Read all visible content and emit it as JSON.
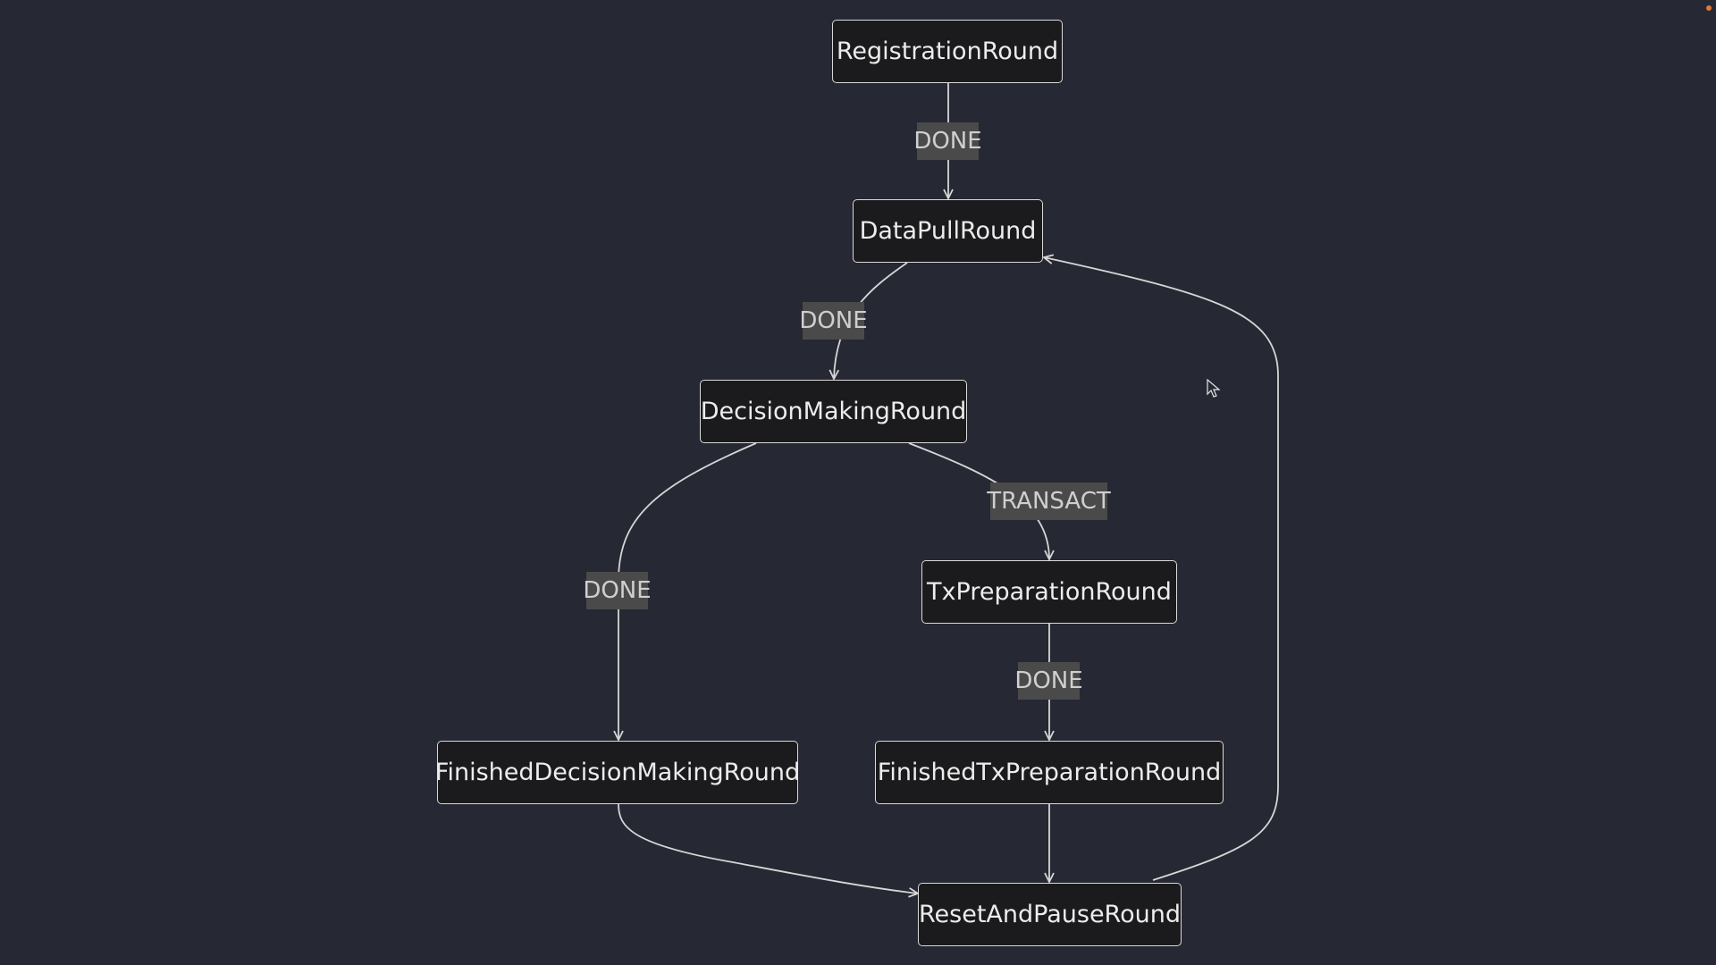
{
  "diagram": {
    "nodes": {
      "registration": "RegistrationRound",
      "data_pull": "DataPullRound",
      "decision_making": "DecisionMakingRound",
      "tx_preparation": "TxPreparationRound",
      "finished_decision_making": "FinishedDecisionMakingRound",
      "finished_tx_preparation": "FinishedTxPreparationRound",
      "reset_and_pause": "ResetAndPauseRound"
    },
    "edges": [
      {
        "from": "RegistrationRound",
        "to": "DataPullRound",
        "label": "DONE"
      },
      {
        "from": "DataPullRound",
        "to": "DecisionMakingRound",
        "label": "DONE"
      },
      {
        "from": "DecisionMakingRound",
        "to": "TxPreparationRound",
        "label": "TRANSACT"
      },
      {
        "from": "DecisionMakingRound",
        "to": "FinishedDecisionMakingRound",
        "label": "DONE"
      },
      {
        "from": "TxPreparationRound",
        "to": "FinishedTxPreparationRound",
        "label": "DONE"
      },
      {
        "from": "FinishedDecisionMakingRound",
        "to": "ResetAndPauseRound",
        "label": ""
      },
      {
        "from": "FinishedTxPreparationRound",
        "to": "ResetAndPauseRound",
        "label": ""
      },
      {
        "from": "ResetAndPauseRound",
        "to": "DataPullRound",
        "label": ""
      }
    ],
    "edge_labels": {
      "registration_done": "DONE",
      "data_pull_done": "DONE",
      "decision_transact": "TRANSACT",
      "decision_done": "DONE",
      "tx_preparation_done": "DONE"
    },
    "colors": {
      "background": "#262833",
      "node_fill": "#1b1b1d",
      "node_border": "#d9d9d9",
      "edge_stroke": "#d6d6d6",
      "label_fill": "#4a4a4a"
    },
    "icons": {
      "cursor": "mouse-pointer-icon"
    }
  }
}
